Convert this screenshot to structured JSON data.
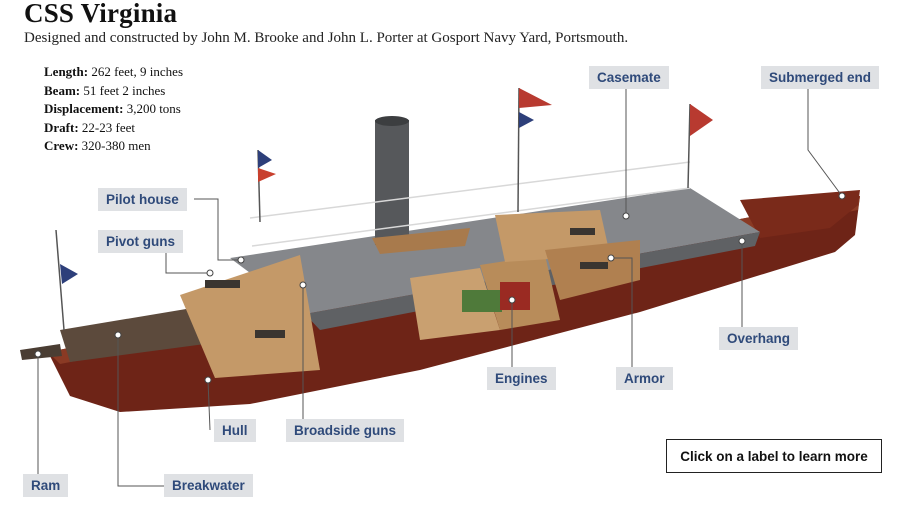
{
  "header": {
    "title": "CSS Virginia",
    "subtitle": "Designed and constructed by John M. Brooke and John L. Porter at Gosport Navy Yard, Portsmouth."
  },
  "specs": [
    {
      "key": "Length:",
      "value": " 262 feet, 9 inches"
    },
    {
      "key": "Beam:",
      "value": " 51 feet 2 inches"
    },
    {
      "key": "Displacement:",
      "value": " 3,200 tons"
    },
    {
      "key": "Draft:",
      "value": " 22-23 feet"
    },
    {
      "key": "Crew:",
      "value": " 320-380 men"
    }
  ],
  "labels": {
    "casemate": "Casemate",
    "submerged_end": "Submerged end",
    "pilot_house": "Pilot house",
    "pivot_guns": "Pivot guns",
    "overhang": "Overhang",
    "engines": "Engines",
    "armor": "Armor",
    "hull": "Hull",
    "broadside_guns": "Broadside guns",
    "ram": "Ram",
    "breakwater": "Breakwater"
  },
  "cta": "Click on a label to learn more",
  "colors": {
    "label_bg": "#dfe1e4",
    "label_text": "#2f4a7a",
    "hull": "#6e2417",
    "casemate": "#7b7d80",
    "deck_wood": "#b48a5a"
  }
}
